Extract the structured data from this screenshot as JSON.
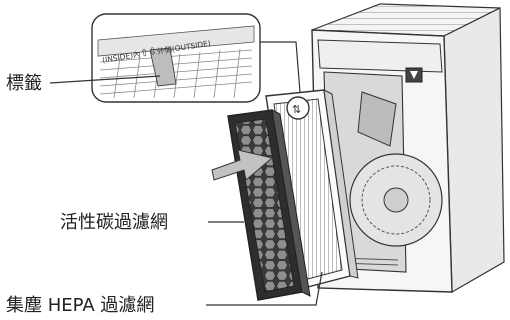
{
  "labels": {
    "tag": "標籤",
    "carbon_filter": "活性碳過濾網",
    "hepa_filter": "集塵 HEPA 過濾網"
  },
  "magnified_tag": {
    "text_inside": "(INSIDE)內",
    "up_arrow": "⇧",
    "down_arrow": "⇩",
    "text_outside": "外側(OUTSIDE)"
  },
  "colors": {
    "line": "#333333",
    "unit_body": "#f4f4f4",
    "unit_shade": "#d6d6d6",
    "carbon_dark": "#3a3a3a",
    "arrow_fill": "#bdbdbd"
  },
  "icons": {
    "purifier_logo": "logo-icon",
    "airflow_arrow": "arrow-right-icon"
  }
}
